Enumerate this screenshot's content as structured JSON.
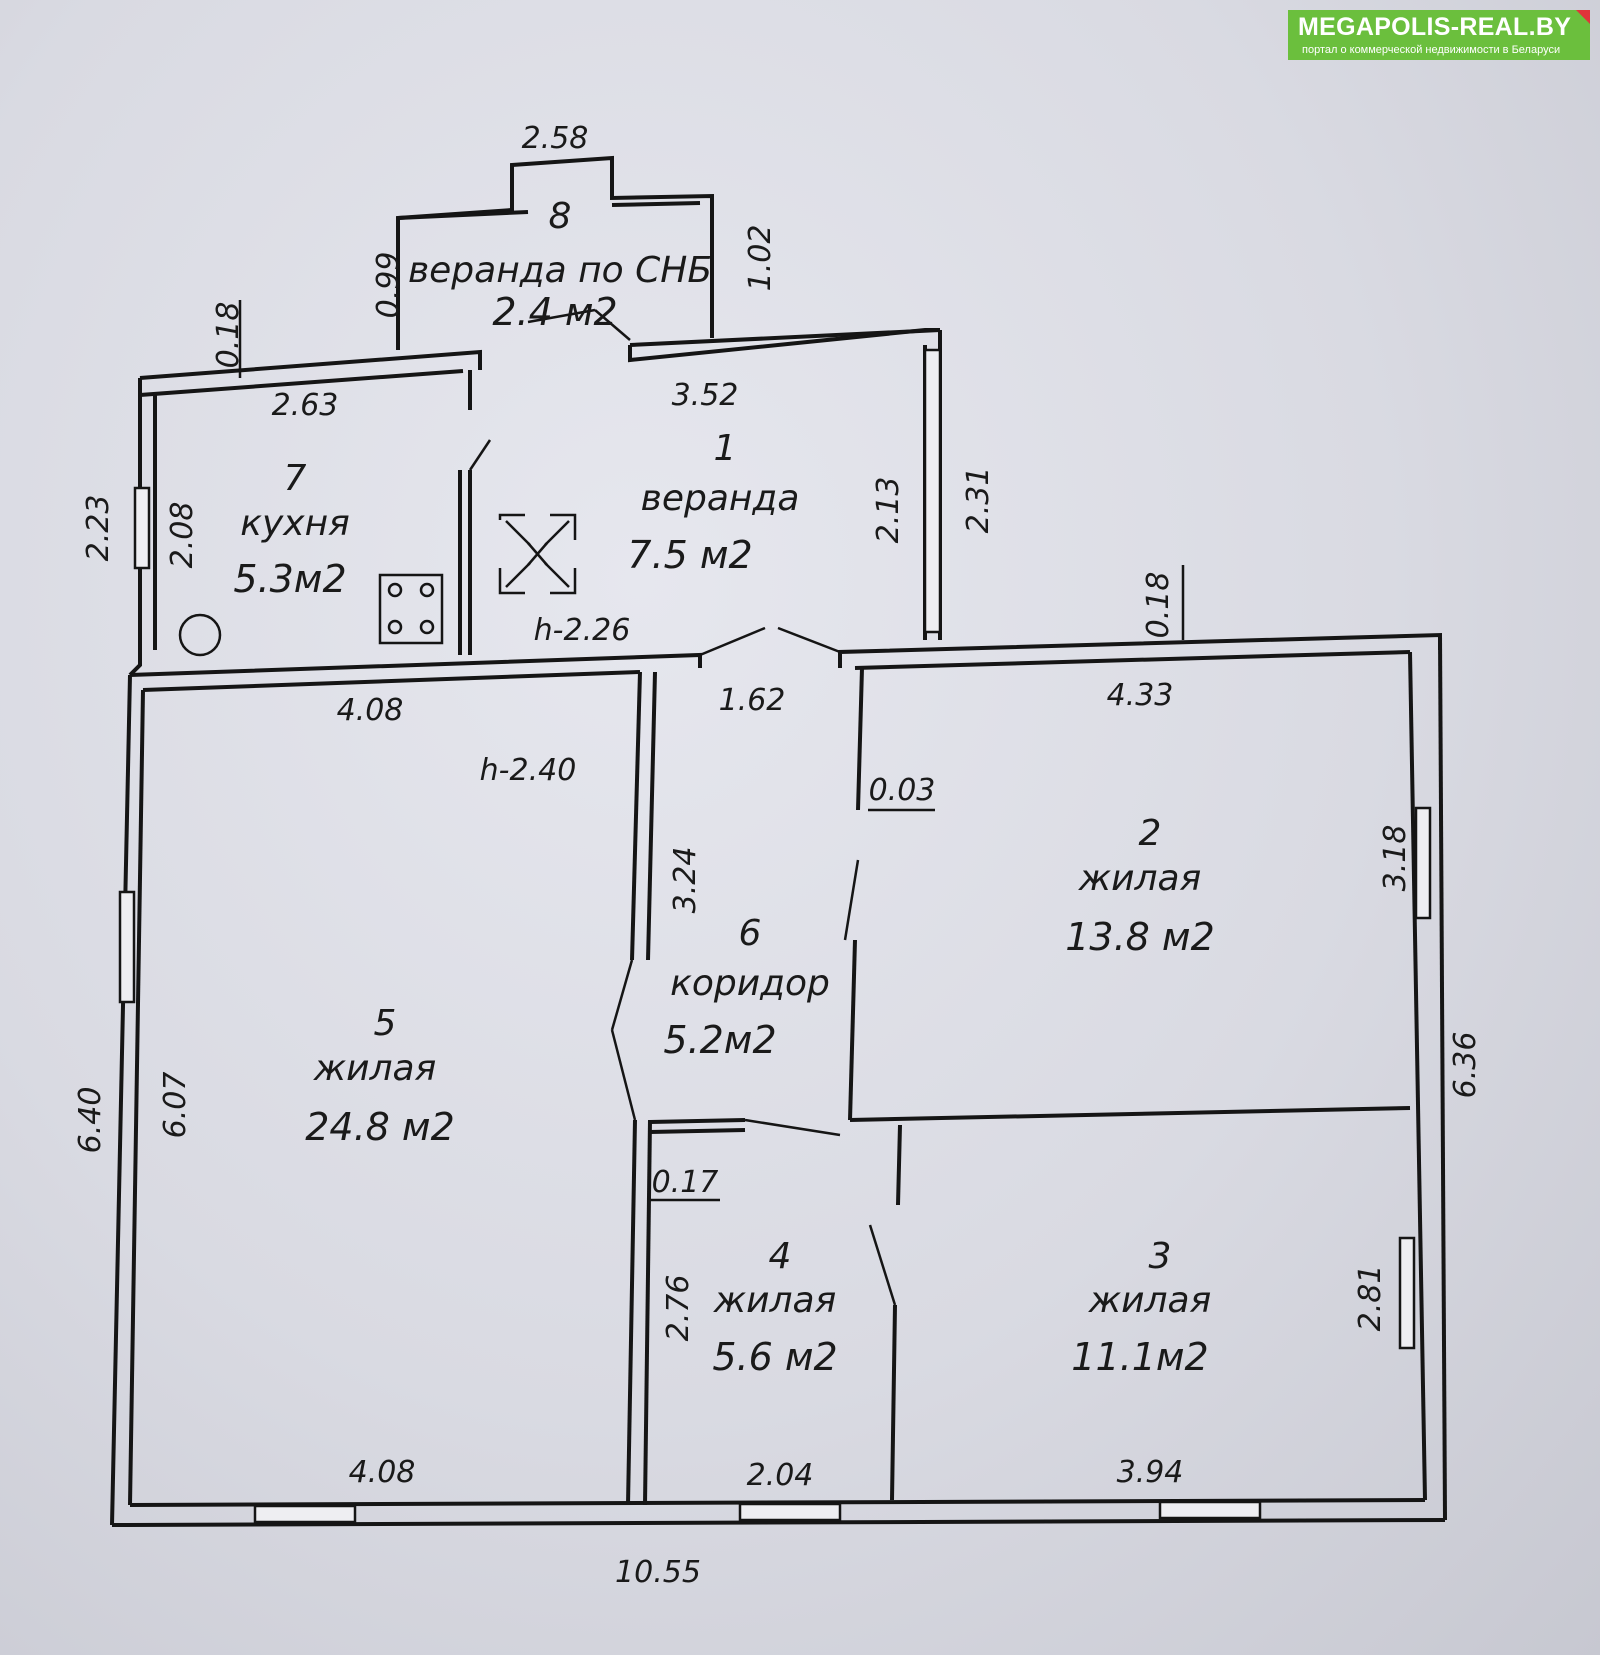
{
  "logo": {
    "title": "MEGAPOLIS-REAL.BY",
    "subtitle": "портал о коммерческой недвижимости в Беларуси"
  },
  "rooms": [
    {
      "id": "room-1",
      "number": "1",
      "name": "веранда",
      "area": "7.5 м2"
    },
    {
      "id": "room-2",
      "number": "2",
      "name": "жилая",
      "area": "13.8 м2"
    },
    {
      "id": "room-3",
      "number": "3",
      "name": "жилая",
      "area": "11.1м2"
    },
    {
      "id": "room-4",
      "number": "4",
      "name": "жилая",
      "area": "5.6 м2"
    },
    {
      "id": "room-5",
      "number": "5",
      "name": "жилая",
      "area": "24.8 м2"
    },
    {
      "id": "room-6",
      "number": "6",
      "name": "коридор",
      "area": "5.2м2"
    },
    {
      "id": "room-7",
      "number": "7",
      "name": "кухня",
      "area": "5.3м2"
    },
    {
      "id": "room-8",
      "number": "8",
      "name": "веранда по СНБ",
      "area": "2.4 м2"
    }
  ],
  "dimensions": [
    "2.58",
    "0.99",
    "1.02",
    "0.18",
    "2.63",
    "3.52",
    "2.23",
    "2.08",
    "2.13",
    "2.31",
    "h-2.26",
    "0.18",
    "4.08",
    "1.62",
    "4.33",
    "h-2.40",
    "0.03",
    "3.24",
    "3.18",
    "6.36",
    "6.40",
    "6.07",
    "0.17",
    "2.76",
    "2.81",
    "4.08",
    "2.04",
    "3.94",
    "10.55"
  ]
}
